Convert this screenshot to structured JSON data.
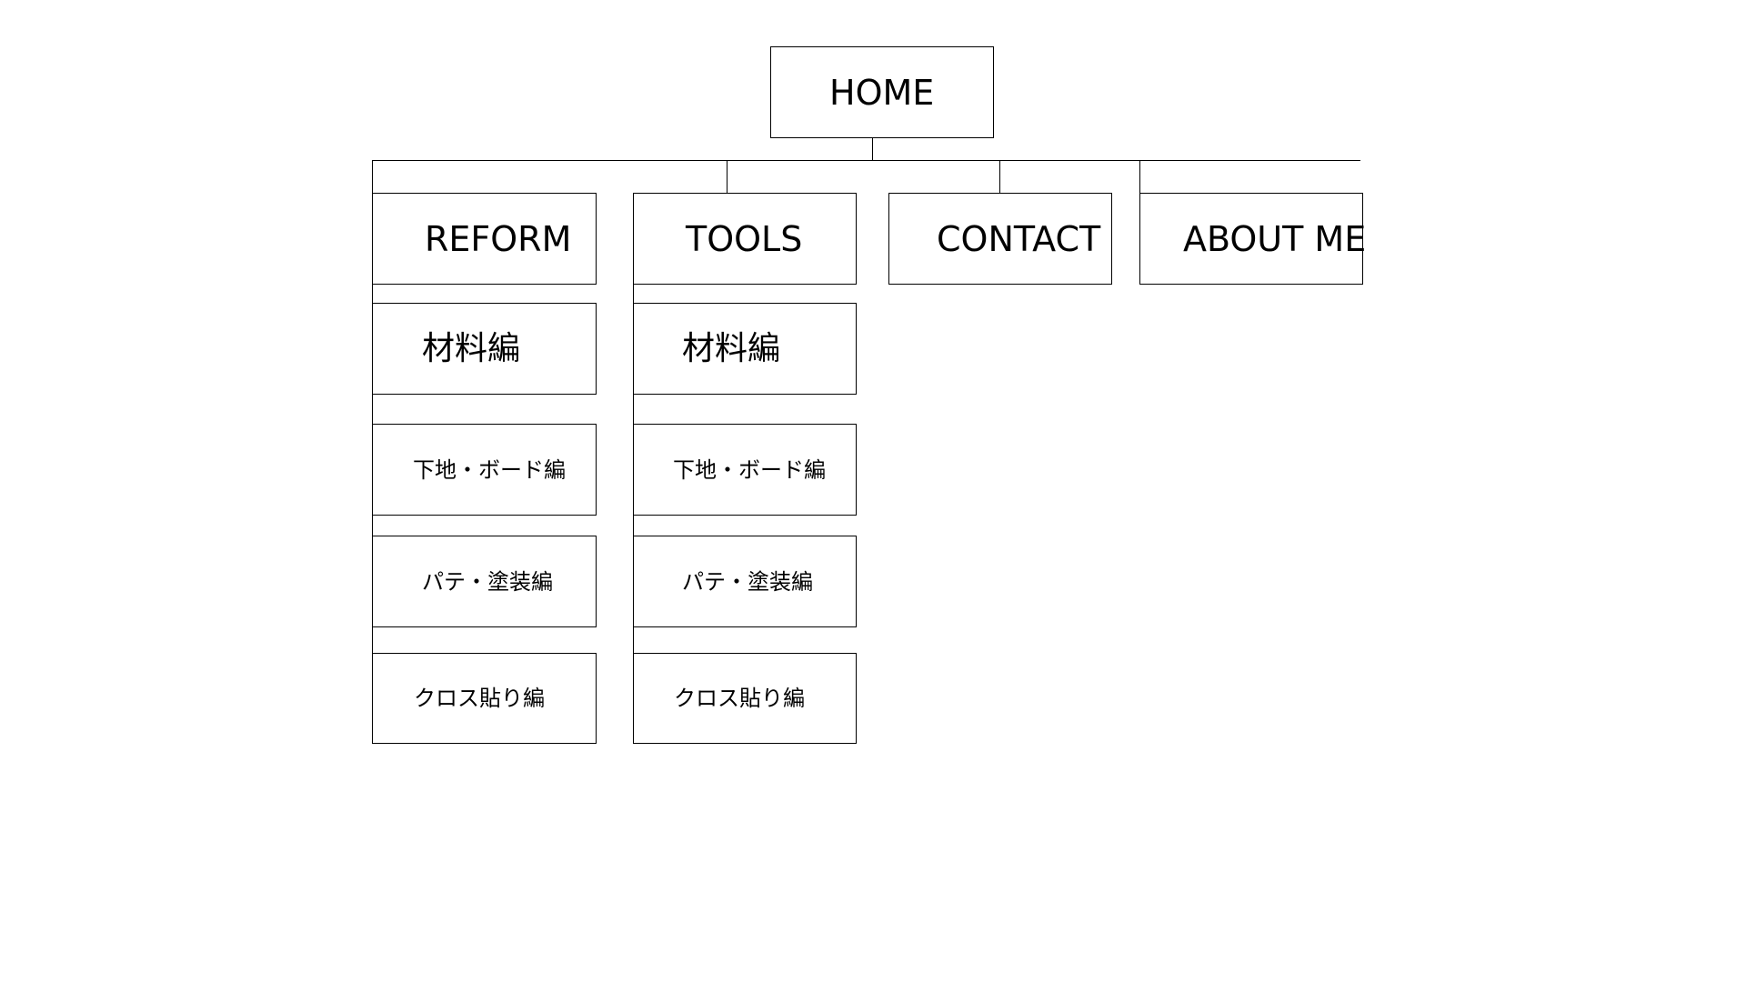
{
  "sitemap": {
    "home": {
      "label": "HOME"
    },
    "sections": [
      {
        "label": "REFORM",
        "children": [
          "材料編",
          "下地・ボード編",
          "パテ・塗装編",
          "クロス貼り編"
        ]
      },
      {
        "label": "TOOLS",
        "children": [
          "材料編",
          "下地・ボード編",
          "パテ・塗装編",
          "クロス貼り編"
        ]
      },
      {
        "label": "CONTACT"
      },
      {
        "label": "ABOUT ME"
      }
    ]
  },
  "colors": {
    "line": "#000000",
    "box_fill": "#ffffff",
    "background": "#ffffff"
  }
}
